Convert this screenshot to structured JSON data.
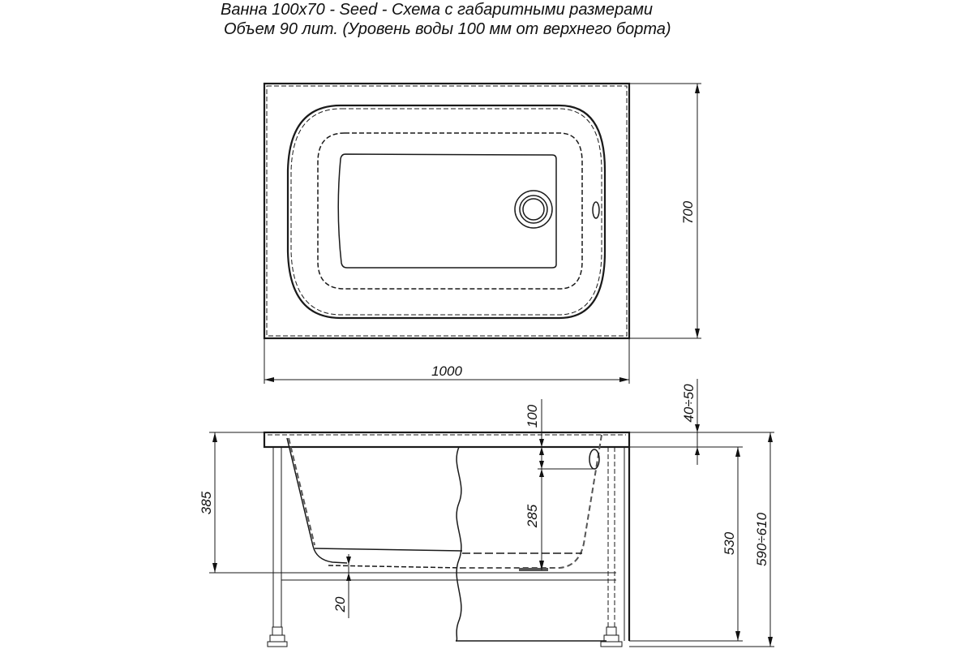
{
  "header": {
    "title_line1": "Ванна 100х70 - Seed - Схема с габаритными размерами",
    "title_line2": "Объем 90 лит. (Уровень воды 100 мм от верхнего борта)"
  },
  "top_view": {
    "width_label": "1000",
    "depth_label": "700"
  },
  "side_view": {
    "height_to_rim_label": "385",
    "water_level_label": "100",
    "inner_depth_label": "285",
    "bottom_thickness_label": "20",
    "rim_thickness_label": "40÷50",
    "panel_height_label": "530",
    "total_height_label": "590÷610"
  }
}
